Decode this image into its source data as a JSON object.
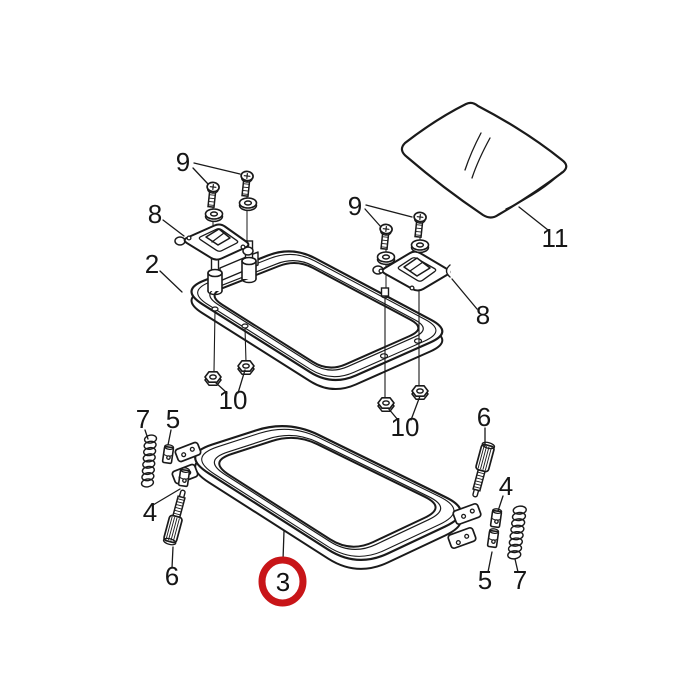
{
  "diagram": {
    "background_color": "#ffffff",
    "line_color": "#1a1a1a",
    "highlight_color": "#c81518",
    "selected_callout": "3",
    "callouts": [
      {
        "id": "9-left",
        "text": "9",
        "highlighted": false
      },
      {
        "id": "8-left",
        "text": "8",
        "highlighted": false
      },
      {
        "id": "2",
        "text": "2",
        "highlighted": false
      },
      {
        "id": "9-right",
        "text": "9",
        "highlighted": false
      },
      {
        "id": "8-right",
        "text": "8",
        "highlighted": false
      },
      {
        "id": "11",
        "text": "11",
        "highlighted": false
      },
      {
        "id": "10-left",
        "text": "10",
        "highlighted": false
      },
      {
        "id": "10-right",
        "text": "10",
        "highlighted": false
      },
      {
        "id": "7-left",
        "text": "7",
        "highlighted": false
      },
      {
        "id": "5-left",
        "text": "5",
        "highlighted": false
      },
      {
        "id": "4-left",
        "text": "4",
        "highlighted": false
      },
      {
        "id": "6-left",
        "text": "6",
        "highlighted": false
      },
      {
        "id": "6-right",
        "text": "6",
        "highlighted": false
      },
      {
        "id": "4-right",
        "text": "4",
        "highlighted": false
      },
      {
        "id": "5-right",
        "text": "5",
        "highlighted": false
      },
      {
        "id": "7-right",
        "text": "7",
        "highlighted": false
      },
      {
        "id": "3",
        "text": "3",
        "highlighted": true
      }
    ]
  }
}
